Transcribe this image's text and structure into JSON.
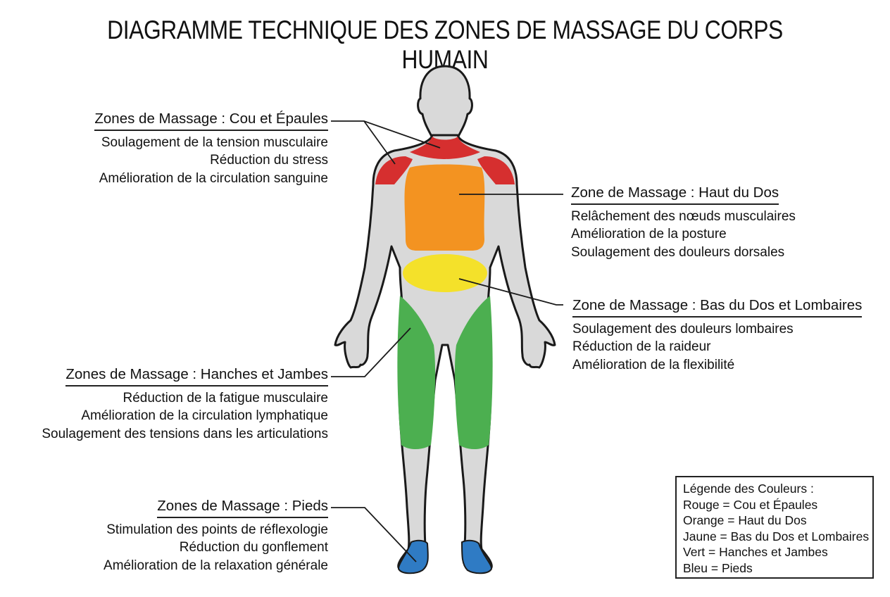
{
  "title": "DIAGRAMME TECHNIQUE DES ZONES DE MASSAGE DU CORPS HUMAIN",
  "zones": {
    "neck_shoulders": {
      "heading": "Zones de Massage : Cou et Épaules",
      "benefits": [
        "Soulagement de la tension musculaire",
        "Réduction du stress",
        "Amélioration de la circulation sanguine"
      ],
      "color": "#d62f2f"
    },
    "upper_back": {
      "heading": "Zone de Massage : Haut du Dos",
      "benefits": [
        "Relâchement des nœuds musculaires",
        "Amélioration de la posture",
        "Soulagement des douleurs dorsales"
      ],
      "color": "#f39321"
    },
    "lower_back": {
      "heading": "Zone de Massage : Bas du Dos et Lombaires",
      "benefits": [
        "Soulagement des douleurs lombaires",
        "Réduction de la raideur",
        "Amélioration de la flexibilité"
      ],
      "color": "#f4e12a"
    },
    "hips_legs": {
      "heading": "Zones de Massage : Hanches et Jambes",
      "benefits": [
        "Réduction de la fatigue musculaire",
        "Amélioration de la circulation lymphatique",
        "Soulagement des tensions dans les articulations"
      ],
      "color": "#4caf50"
    },
    "feet": {
      "heading": "Zones de Massage : Pieds",
      "benefits": [
        "Stimulation des points de réflexologie",
        "Réduction du gonflement",
        "Amélioration de la relaxation générale"
      ],
      "color": "#2f7bc4"
    }
  },
  "legend": {
    "title": "Légende des Couleurs :",
    "items": [
      "Rouge = Cou et Épaules",
      "Orange = Haut du Dos",
      "Jaune = Bas du Dos et Lombaires",
      "Vert = Hanches et Jambes",
      "Bleu = Pieds"
    ]
  },
  "body_color": "#d9d9d9"
}
